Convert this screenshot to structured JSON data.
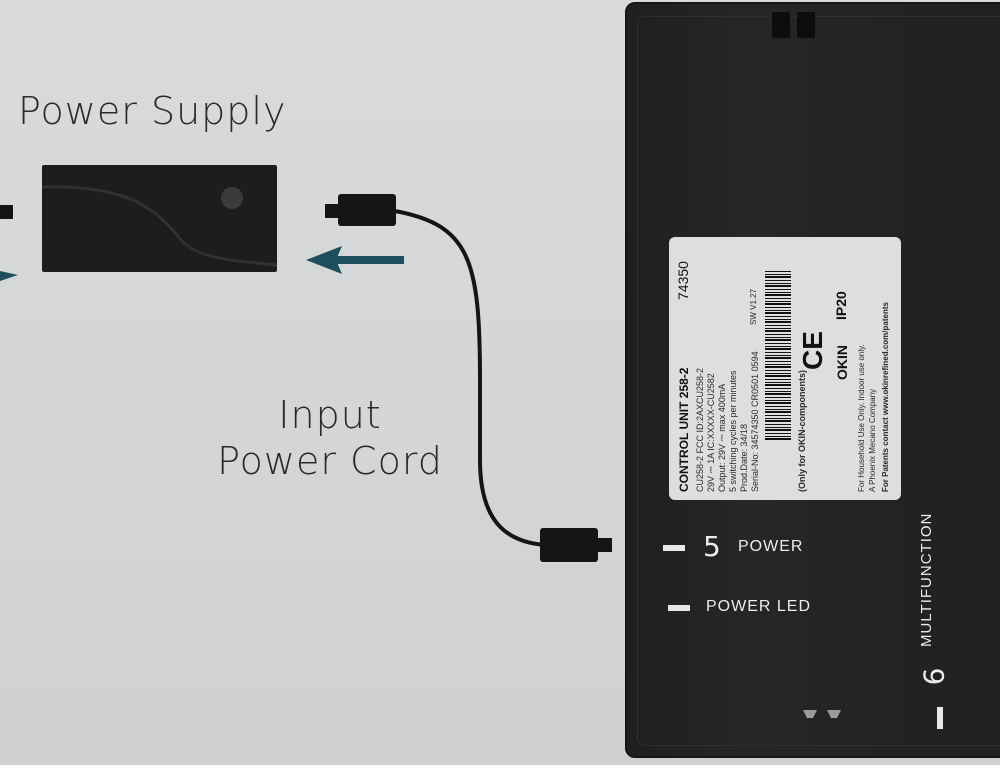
{
  "diagram": {
    "power_supply_label": "Power Supply",
    "cord_label_line1": "Input",
    "cord_label_line2": "Power Cord"
  },
  "sticker": {
    "model": "74350",
    "title": "CONTROL UNIT 258-2",
    "line1": "CU258-2   FCC ID:2AXCU258-2",
    "line2": "29V ⎓ 1A          IC:XXXXX-CU2582",
    "line3": "Output: 29V ⎓ max 400mA",
    "line4": "5 switching cycles per minutes",
    "line5": "Prod.Date: 34/18",
    "line6": "Serial-No: 34574350 CR0501 0594",
    "line7": "(Only for OKIN-components)",
    "brand": "OKIN",
    "rating": "IP20",
    "ce": "CE",
    "hw": "SW V1.27",
    "footer1": "For Household Use Only. Indoor use only.",
    "footer2": "A Phoenix Mecano Company",
    "footer3": "For Patents contact www.okinrefined.com/patents"
  },
  "ports": {
    "power_number": "5",
    "power_label": "POWER",
    "led_label": "POWER LED",
    "multifunction_label": "MULTIFUNCTION",
    "multifunction_number": "6"
  },
  "colors": {
    "arrow": "#1f4f5c",
    "device": "#222325",
    "cable": "#151515"
  }
}
